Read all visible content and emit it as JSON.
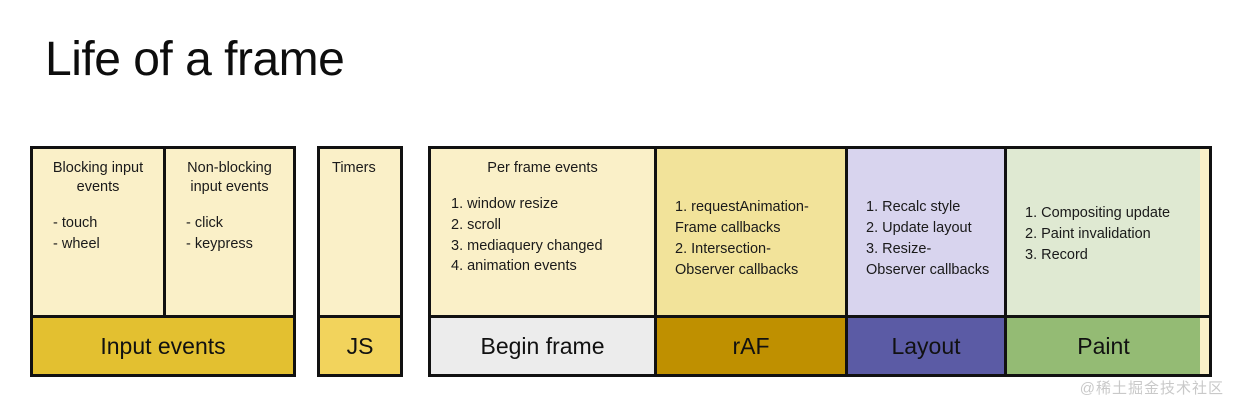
{
  "title": "Life of a frame",
  "watermark": "@稀土掘金技术社区",
  "colors": {
    "pale_yellow": "#faf0c8",
    "deep_yellow": "#f2e39a",
    "input_events_footer": "#e3c030",
    "js_footer": "#f2d35c",
    "begin_frame_body": "#faf0c8",
    "begin_frame_footer": "#ececec",
    "raf_body": "#f2e39a",
    "raf_footer": "#bf9000",
    "layout_body": "#d8d4ee",
    "layout_footer": "#5b5ba5",
    "paint_body": "#dfe9d2",
    "paint_footer": "#94bb74",
    "border": "#111111"
  },
  "groups": [
    {
      "name": "input-events-group",
      "columns": [
        {
          "name": "blocking-input-events",
          "heading": "Blocking\ninput events",
          "items": [
            "- touch",
            "- wheel"
          ]
        },
        {
          "name": "non-blocking-input-events",
          "heading": "Non-blocking\ninput events",
          "items": [
            "- click",
            "- keypress"
          ]
        }
      ],
      "footers": [
        {
          "name": "input-events-footer",
          "label": "Input events"
        }
      ]
    },
    {
      "name": "timers-group",
      "columns": [
        {
          "name": "timers",
          "heading": "Timers",
          "items": []
        }
      ],
      "footers": [
        {
          "name": "js-footer",
          "label": "JS"
        }
      ]
    },
    {
      "name": "frame-group",
      "columns": [
        {
          "name": "per-frame-events",
          "heading": "Per frame events",
          "items": [
            "1. window resize",
            "2. scroll",
            "3. mediaquery changed",
            "4. animation events"
          ]
        },
        {
          "name": "raf-callbacks",
          "heading": "",
          "items": [
            "1. requestAnimation-\nFrame callbacks",
            "2. Intersection-\nObserver callbacks"
          ]
        },
        {
          "name": "layout-steps",
          "heading": "",
          "items": [
            "1. Recalc style",
            "2. Update layout",
            "3. Resize-\nObserver callbacks"
          ]
        },
        {
          "name": "paint-steps",
          "heading": "",
          "items": [
            "1. Compositing update",
            "2. Paint invalidation",
            "3. Record"
          ]
        }
      ],
      "footers": [
        {
          "name": "begin-frame-footer",
          "label": "Begin frame"
        },
        {
          "name": "raf-footer",
          "label": "rAF"
        },
        {
          "name": "layout-footer",
          "label": "Layout"
        },
        {
          "name": "paint-footer",
          "label": "Paint"
        }
      ]
    }
  ]
}
